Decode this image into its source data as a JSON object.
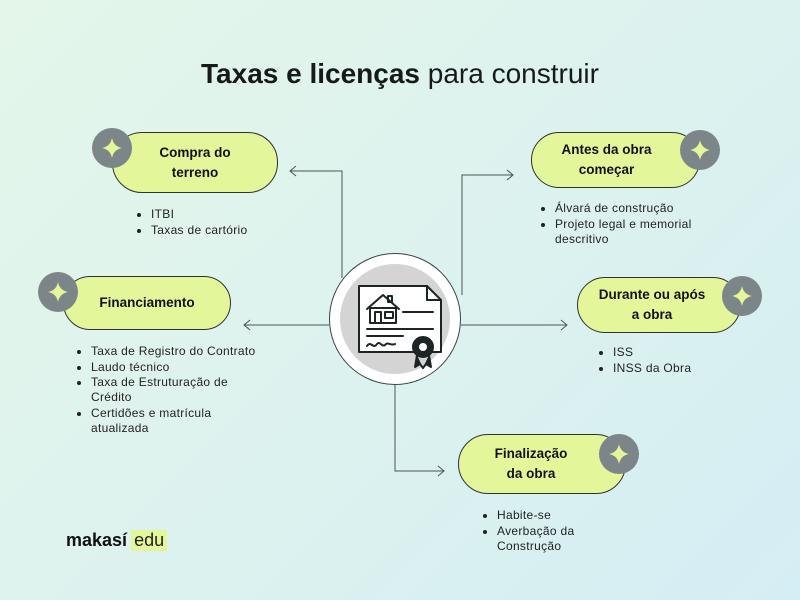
{
  "title": {
    "bold": "Taxas e licenças",
    "light": "para construir"
  },
  "nodes": [
    {
      "label_line1": "Compra do",
      "label_line2": "terreno",
      "items": [
        "ITBI",
        "Taxas de cartório"
      ]
    },
    {
      "label_line1": "Antes da obra",
      "label_line2": "começar",
      "items": [
        "Álvará de construção",
        "Projeto legal e memorial descritivo"
      ]
    },
    {
      "label_line1": "Financiamento",
      "label_line2": "",
      "items": [
        "Taxa de Registro do Contrato",
        "Laudo técnico",
        "Taxa de Estruturação de Crédito",
        "Certidões e matrícula atualizada"
      ]
    },
    {
      "label_line1": "Durante ou após",
      "label_line2": "a obra",
      "items": [
        "ISS",
        "INSS da Obra"
      ]
    },
    {
      "label_line1": "Finalização",
      "label_line2": "da obra",
      "items": [
        "Habite-se",
        "Averbação da Construção"
      ]
    }
  ],
  "brand": {
    "name": "makasí",
    "suffix": "edu"
  },
  "icons": {
    "center": "house-document-icon",
    "badge": "sparkle-icon"
  },
  "colors": {
    "card": "#e4f69a",
    "badge": "#7c8587",
    "line": "#4a5555"
  }
}
